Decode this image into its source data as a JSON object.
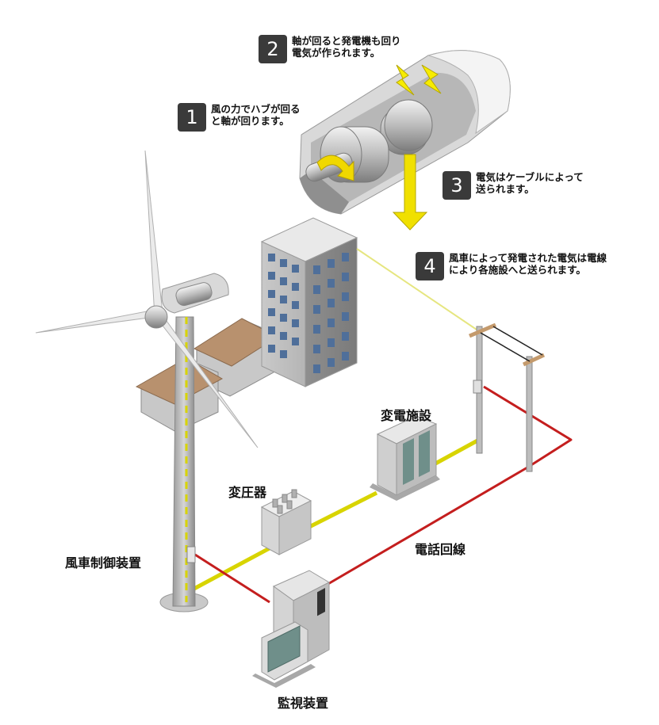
{
  "steps": [
    {
      "number": "1",
      "text": "風の力でハブが回る\nと軸が回ります。"
    },
    {
      "number": "2",
      "text": "軸が回ると発電機も回り\n電気が作られます。"
    },
    {
      "number": "3",
      "text": "電気はケーブルによって\n送られます。"
    },
    {
      "number": "4",
      "text": "風車によって発電された電気は電線\nにより各施設へと送られます。"
    }
  ],
  "labels": {
    "substation": "変電施設",
    "transformer": "変圧器",
    "telephone_line": "電話回線",
    "windmill_controller": "風車制御装置",
    "monitoring_device": "監視装置"
  },
  "colors": {
    "power_cable": "#d8d400",
    "telephone_line": "#cc1d1d",
    "badge": "#3a3a3a",
    "roof": "#b8916e",
    "generator_arrow": "#f0e000"
  }
}
